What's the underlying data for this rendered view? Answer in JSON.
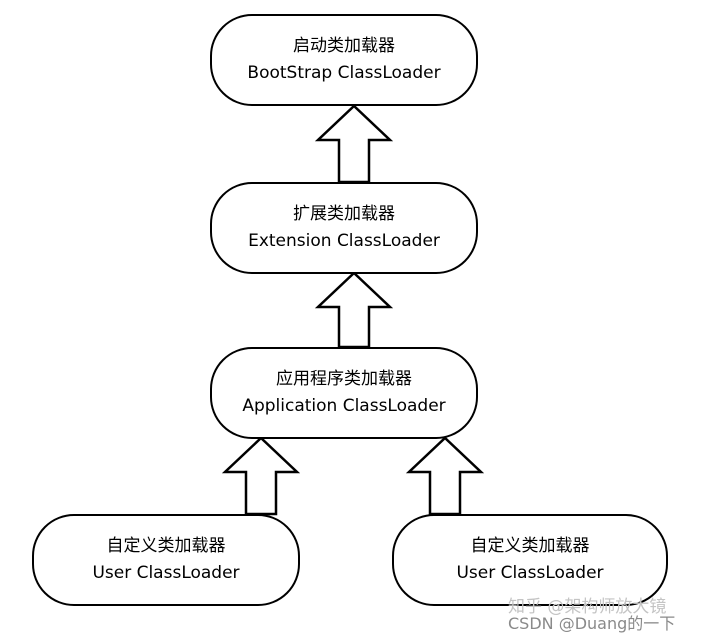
{
  "nodes": {
    "bootstrap": {
      "zh": "启动类加载器",
      "en": "BootStrap ClassLoader"
    },
    "extension": {
      "zh": "扩展类加载器",
      "en": "Extension ClassLoader"
    },
    "application": {
      "zh": "应用程序类加载器",
      "en": "Application ClassLoader"
    },
    "user_left": {
      "zh": "自定义类加载器",
      "en": "User ClassLoader"
    },
    "user_right": {
      "zh": "自定义类加载器",
      "en": "User ClassLoader"
    }
  },
  "edges": [
    {
      "from": "extension",
      "to": "bootstrap"
    },
    {
      "from": "application",
      "to": "extension"
    },
    {
      "from": "user_left",
      "to": "application"
    },
    {
      "from": "user_right",
      "to": "application"
    }
  ],
  "watermarks": {
    "zhihu": "知乎 @架构师放大镜",
    "csdn": "CSDN @Duang的一下"
  },
  "colors": {
    "stroke": "#000000",
    "fill": "#ffffff",
    "text": "#000000"
  }
}
